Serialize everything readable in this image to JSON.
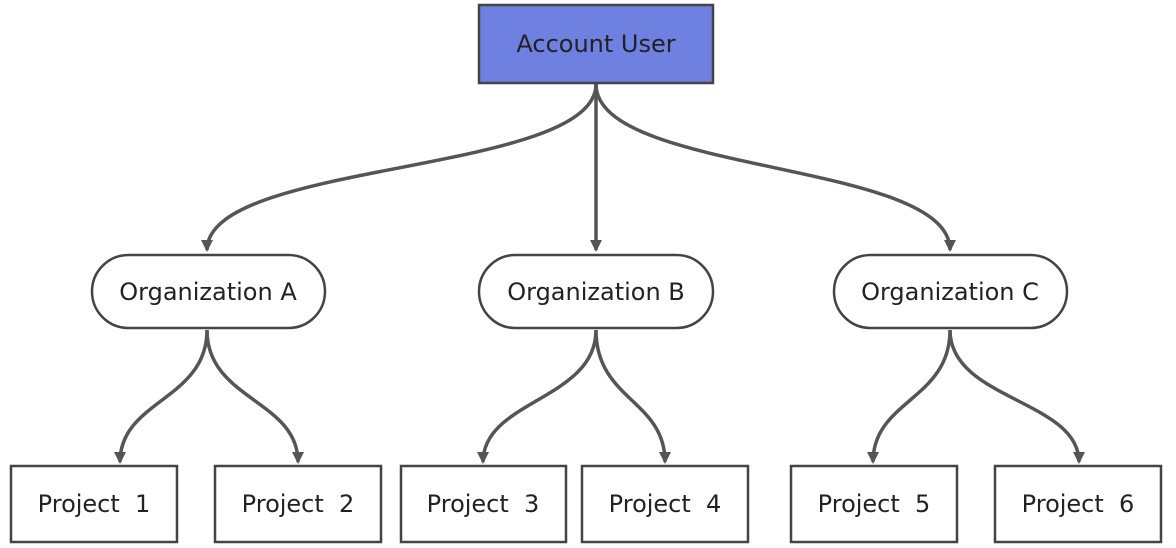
{
  "diagram": {
    "root": {
      "label": "Account User",
      "fill_color": "#6e80e0"
    },
    "organizations": [
      {
        "label": "Organization A"
      },
      {
        "label": "Organization B"
      },
      {
        "label": "Organization C"
      }
    ],
    "projects": [
      {
        "label": "Project  1"
      },
      {
        "label": "Project  2"
      },
      {
        "label": "Project  3"
      },
      {
        "label": "Project  4"
      },
      {
        "label": "Project  5"
      },
      {
        "label": "Project  6"
      }
    ],
    "edge_color": "#555555",
    "border_color": "#444444"
  }
}
